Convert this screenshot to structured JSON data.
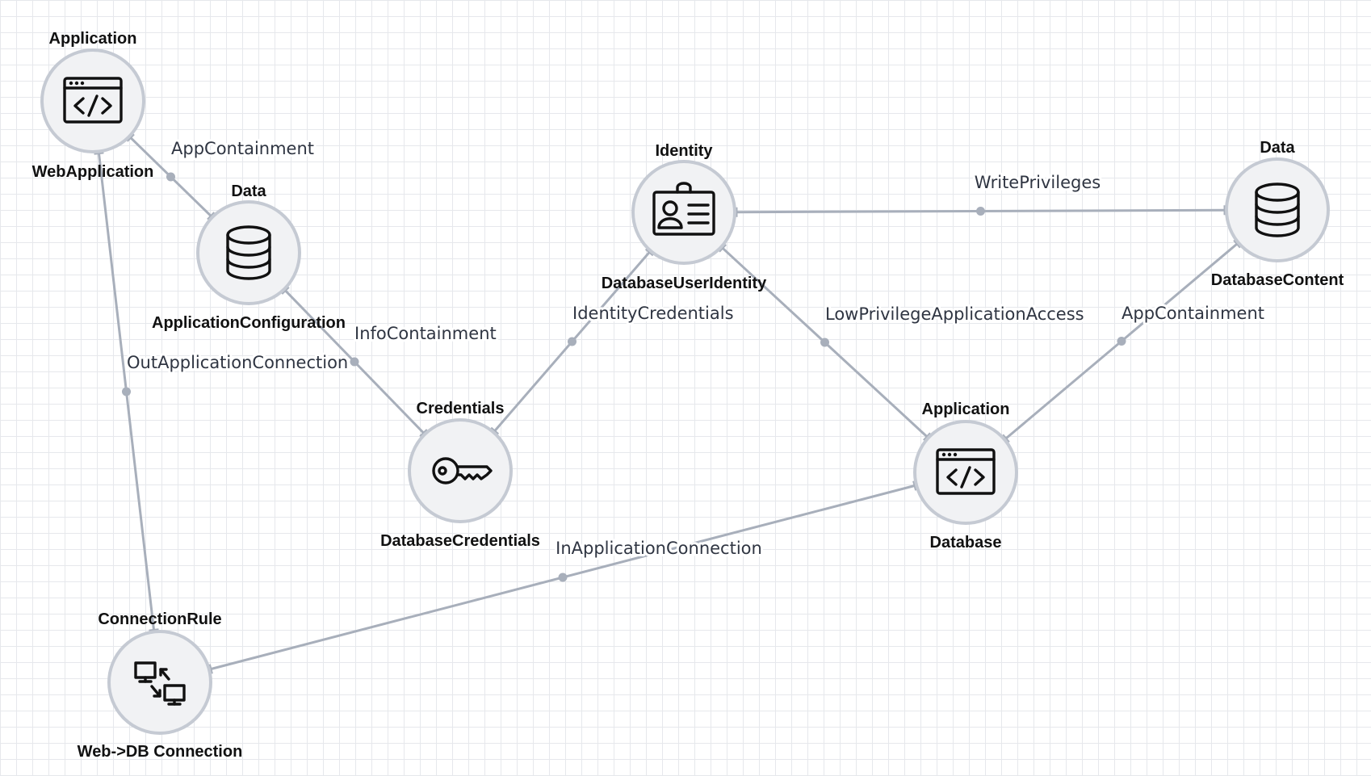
{
  "nodes": [
    {
      "id": "n-webapp",
      "type": "Application",
      "name": "WebApplication",
      "icon": "code-window-icon"
    },
    {
      "id": "n-appconfig",
      "type": "Data",
      "name": "ApplicationConfiguration",
      "icon": "database-icon"
    },
    {
      "id": "n-dbcreds",
      "type": "Credentials",
      "name": "DatabaseCredentials",
      "icon": "key-icon"
    },
    {
      "id": "n-dbuserid",
      "type": "Identity",
      "name": "DatabaseUserIdentity",
      "icon": "id-card-icon"
    },
    {
      "id": "n-dbcontent",
      "type": "Data",
      "name": "DatabaseContent",
      "icon": "database-icon"
    },
    {
      "id": "n-database",
      "type": "Application",
      "name": "Database",
      "icon": "code-window-icon"
    },
    {
      "id": "n-connrule",
      "type": "ConnectionRule",
      "name": "Web->DB Connection",
      "icon": "network-connection-icon"
    }
  ],
  "edges": [
    {
      "label": "AppContainment",
      "from": "n-webapp",
      "to": "n-appconfig"
    },
    {
      "label": "InfoContainment",
      "from": "n-appconfig",
      "to": "n-dbcreds"
    },
    {
      "label": "IdentityCredentials",
      "from": "n-dbcreds",
      "to": "n-dbuserid"
    },
    {
      "label": "WritePrivileges",
      "from": "n-dbuserid",
      "to": "n-dbcontent"
    },
    {
      "label": "LowPrivilegeApplicationAccess",
      "from": "n-dbuserid",
      "to": "n-database"
    },
    {
      "label": "AppContainment",
      "from": "n-database",
      "to": "n-dbcontent"
    },
    {
      "label": "OutApplicationConnection",
      "from": "n-webapp",
      "to": "n-connrule"
    },
    {
      "label": "InApplicationConnection",
      "from": "n-connrule",
      "to": "n-database"
    }
  ],
  "colors": {
    "edge": "#a8afbb",
    "node_fill": "#f1f2f4",
    "node_stroke": "#c5cad3",
    "grid": "#e6e8ec"
  }
}
